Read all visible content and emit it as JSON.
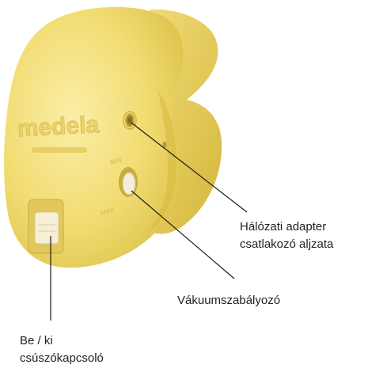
{
  "diagram": {
    "device": {
      "brand_mark": "medela",
      "dial_min_label": "MIN",
      "dial_max_label": "MAX"
    },
    "callouts": [
      {
        "id": "adapter-socket",
        "lines": [
          "Hálózati adapter",
          "csatlakozó aljzata"
        ]
      },
      {
        "id": "vacuum-regulator",
        "lines": [
          "Vákuumszabályozó"
        ]
      },
      {
        "id": "power-switch",
        "lines": [
          "Be / ki",
          "csúszókapcsoló"
        ]
      }
    ],
    "colors": {
      "body": "#f2dc72",
      "body_shadow": "#d8bd3e",
      "body_highlight": "#fbeea8",
      "leader_line": "#1a1a1a",
      "text": "#222222"
    }
  }
}
